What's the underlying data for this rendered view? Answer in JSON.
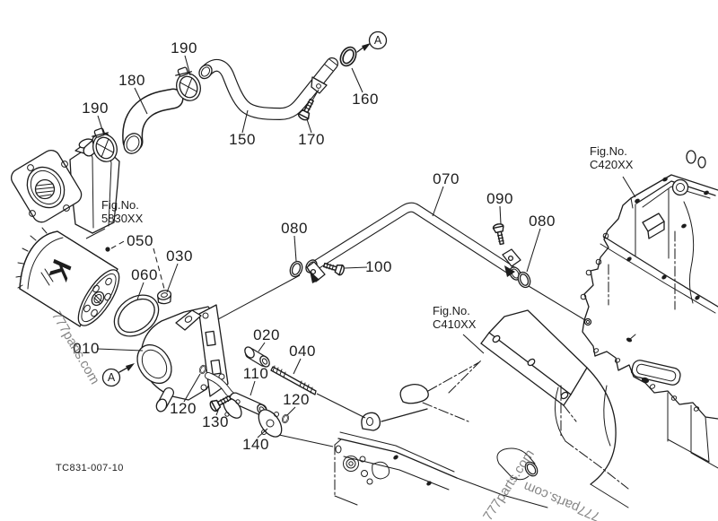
{
  "diagram": {
    "drawing_code": "TC831-007-10",
    "watermark_text": "777parts.com",
    "detail_marker": "A",
    "filter_logo_mark": "K",
    "colors": {
      "line": "#1d1d1d",
      "watermark": "#6e6e6e"
    },
    "callouts": {
      "c010": "010",
      "c020": "020",
      "c030": "030",
      "c040": "040",
      "c050": "050",
      "c060": "060",
      "c070": "070",
      "c080_left": "080",
      "c080_right": "080",
      "c090": "090",
      "c100": "100",
      "c110": "110",
      "c120_left": "120",
      "c120_right": "120",
      "c130": "130",
      "c140": "140",
      "c150": "150",
      "c160": "160",
      "c170": "170",
      "c180": "180",
      "c190_upper": "190",
      "c190_lower": "190"
    },
    "figure_refs": {
      "pump": {
        "label": "Fig.No.",
        "code": "5830XX"
      },
      "engine": {
        "label": "Fig.No.",
        "code": "C420XX"
      },
      "case": {
        "label": "Fig.No.",
        "code": "C410XX"
      }
    }
  }
}
